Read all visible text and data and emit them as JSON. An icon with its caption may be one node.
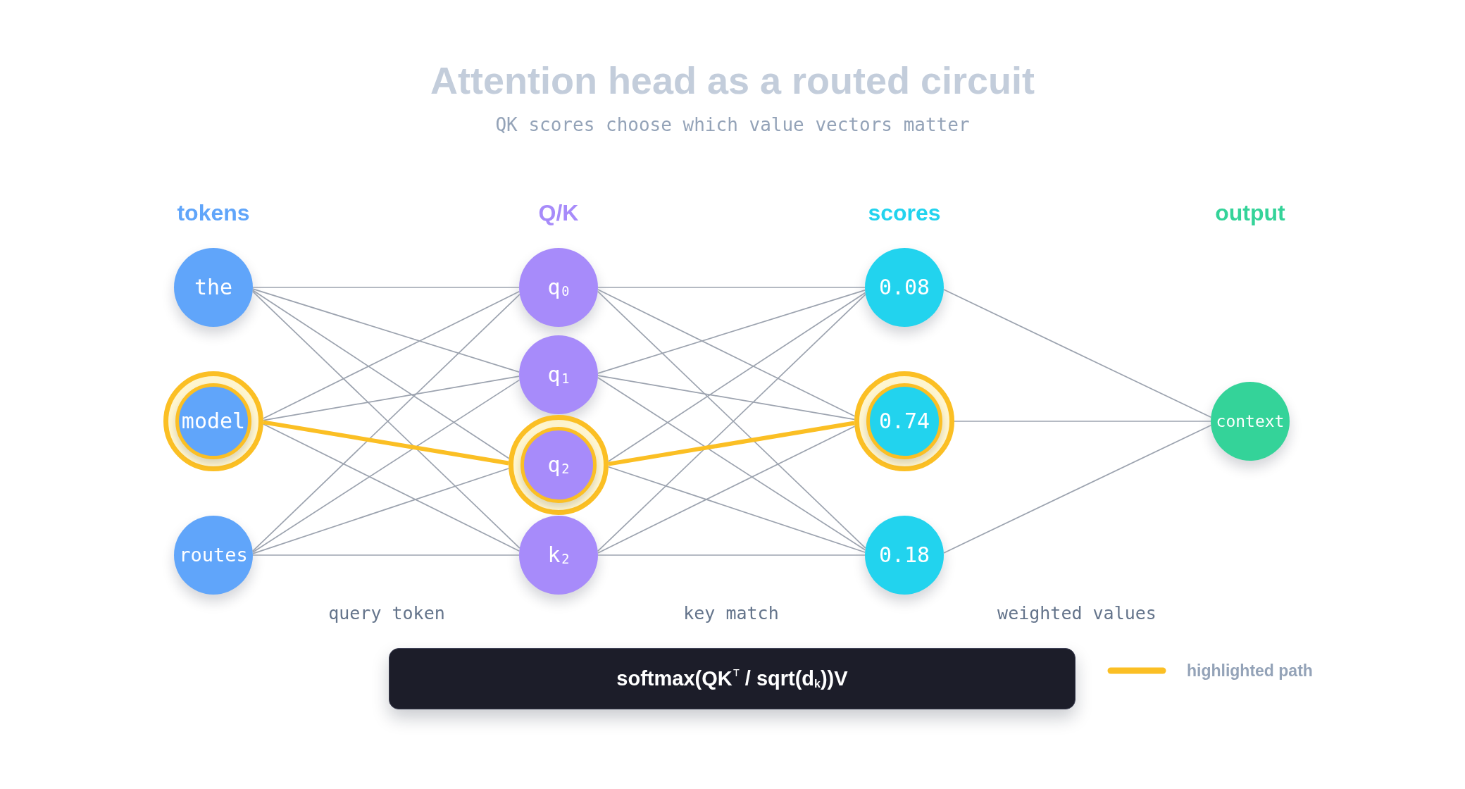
{
  "diagram": {
    "title": "Attention head as a routed circuit",
    "nodes": [
      {
        "text": [
          "the"
        ]
      },
      {
        "text": [
          "model"
        ]
      },
      {
        "text": [
          "routes"
        ]
      },
      {
        "text": [
          "q$_{0}$"
        ]
      },
      {
        "text": [
          "q$_{1}$"
        ]
      },
      {
        "text": [
          "q$_{2}$"
        ]
      },
      {
        "text": [
          "k$_{2}$"
        ]
      },
      {
        "text": [
          "0.08"
        ]
      },
      {
        "text": [
          "0.74"
        ]
      },
      {
        "text": [
          "0.18"
        ]
      },
      {
        "text": [
          "context"
        ]
      },
      {
        "text": [
          "softmax(QK$^{T}$ / sqrt(d$_{k}$))V"
        ]
      }
    ],
    "edges": [
      {
        "from": 0,
        "to": 3,
        "arrow": "none"
      },
      {
        "from": 0,
        "to": 4,
        "arrow": "none"
      },
      {
        "from": 0,
        "to": 5,
        "arrow": "none"
      },
      {
        "from": 0,
        "to": 6,
        "arrow": "none"
      },
      {
        "from": 1,
        "to": 3,
        "arrow": "none"
      },
      {
        "from": 1,
        "to": 4,
        "arrow": "none"
      },
      {
        "from": 1,
        "to": 5,
        "arrow": "none",
        "style": "thick",
        "color": "#fbbf24"
      },
      {
        "from": 1,
        "to": 6,
        "arrow": "none"
      },
      {
        "from": 2,
        "to": 3,
        "arrow": "none"
      },
      {
        "from": 2,
        "to": 4,
        "arrow": "none"
      },
      {
        "from": 2,
        "to": 5,
        "arrow": "none"
      },
      {
        "from": 2,
        "to": 6,
        "arrow": "none"
      },
      {
        "from": 3,
        "to": 7,
        "arrow": "none"
      },
      {
        "from": 3,
        "to": 8,
        "arrow": "none"
      },
      {
        "from": 3,
        "to": 9,
        "arrow": "none"
      },
      {
        "from": 4,
        "to": 7,
        "arrow": "none"
      },
      {
        "from": 4,
        "to": 8,
        "arrow": "none"
      },
      {
        "from": 4,
        "to": 9,
        "arrow": "none"
      },
      {
        "from": 5,
        "to": 7,
        "arrow": "none"
      },
      {
        "from": 5,
        "to": 8,
        "arrow": "none",
        "style": "thick",
        "color": "#fbbf24"
      },
      {
        "from": 5,
        "to": 9,
        "arrow": "none"
      },
      {
        "from": 6,
        "to": 7,
        "arrow": "none"
      },
      {
        "from": 6,
        "to": 8,
        "arrow": "none"
      },
      {
        "from": 6,
        "to": 9,
        "arrow": "none"
      },
      {
        "from": 7,
        "to": 10,
        "arrow": "none"
      },
      {
        "from": 8,
        "to": 10,
        "arrow": "none"
      },
      {
        "from": 9,
        "to": 10,
        "arrow": "none"
      }
    ],
    "labels": [
      "QK scores choose which value vectors matter",
      "tokens",
      "Q/K",
      "scores",
      "output",
      "query token",
      "key match",
      "weighted values"
    ],
    "legend": [
      {
        "text": "highlighted path"
      }
    ]
  }
}
